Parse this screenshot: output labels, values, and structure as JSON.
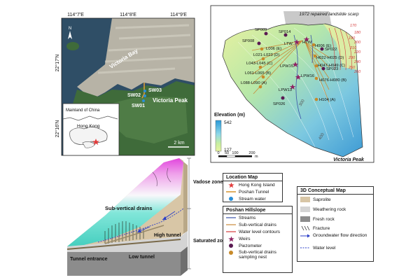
{
  "location_map": {
    "lon_labels": [
      "114°7′E",
      "114°8′E",
      "114°9′E"
    ],
    "lat_labels": [
      "22°17′N",
      "22°16′N"
    ],
    "place_labels": {
      "bay": "Victoria Bay",
      "peak": "Victoria Peak",
      "mainland": "Mainland of China",
      "hk": "Hong Kong"
    },
    "site_labels": [
      "SW02",
      "SW03",
      "SW01"
    ],
    "scale_label": "2 km",
    "north_label": "N"
  },
  "site_map": {
    "scarp_label": "1972 repaired landslide scarp",
    "peak_label": "Victoria Peak",
    "elevation_title": "Elevation (m)",
    "elev_max": "542",
    "elev_min": "127",
    "scale_ticks": [
      "0",
      "50",
      "100",
      "200"
    ],
    "scale_unit": "m",
    "contour_labels": [
      "170",
      "180",
      "190",
      "200",
      "210",
      "220",
      "230",
      "240",
      "250",
      "260"
    ],
    "grey_contour_labels": [
      "300",
      "400"
    ],
    "piezometer_labels": [
      "SP009",
      "SP014",
      "SP008",
      "SP022",
      "SP023",
      "SP026"
    ],
    "drain_labels": [
      "L006 (E)",
      "L021-L023 (D)",
      "L043-L045 (C)",
      "L061-L065 (B)",
      "L088-L090 (A)",
      "H006 (E)",
      "H022-H025 (D)",
      "H047-H049 (C)",
      "H076-H080 (B)",
      "H104 (A)"
    ],
    "weir_labels": [
      "LTW",
      "HTW",
      "LPW15",
      "LPW16",
      "LPW13"
    ]
  },
  "conceptual": {
    "zone_labels": [
      "Vadose zone",
      "Saturated zone"
    ],
    "element_labels": [
      "Sub-vertical drains",
      "High tunnel",
      "Low tunnel",
      "Tunnel entrance"
    ]
  },
  "legend_location": {
    "title": "Location Map",
    "items": [
      "Hong Kong Island",
      "Poshan Tunnel",
      "Stream water"
    ]
  },
  "legend_poshan": {
    "title": "Poshan Hillslope",
    "items": [
      "Streams",
      "Sub-vertical drains",
      "Water level contours",
      "Weirs",
      "Piezometer",
      "Sub-vertical drains sampling nest"
    ]
  },
  "legend_3d": {
    "title": "3D Conceptual Map",
    "items": [
      "Saprolite",
      "Weathering rock",
      "Fresh rock",
      "Fracture",
      "Groundwater flow direction",
      "Water level"
    ]
  },
  "colors": {
    "sea": "#2f4e66",
    "saprolite": "#d8c6a6",
    "weathering": "#d4d4d4",
    "fresh": "#8c8c8c",
    "stream": "#3a52a8",
    "drain_line": "#c98a3a",
    "contour": "#d43c3c",
    "weir": "#8e2464",
    "piezometer": "#5a1a52",
    "nest": "#c78a2a",
    "star": "#e23b3b",
    "stream_water": "#2a8fd8"
  }
}
